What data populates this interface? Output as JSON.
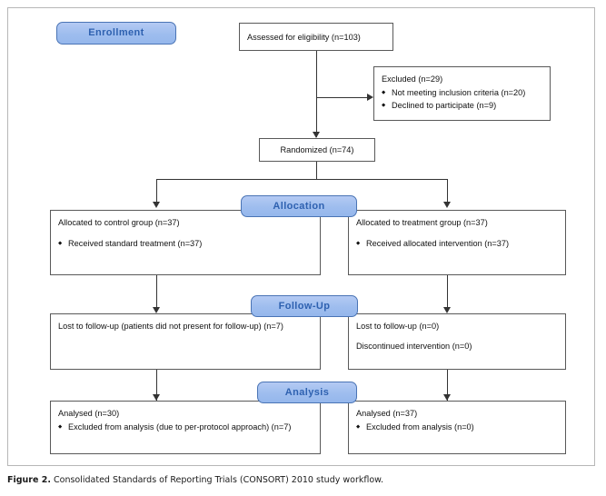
{
  "figure": {
    "caption_label": "Figure 2.",
    "caption_text": "Consolidated Standards of Reporting Trials (CONSORT) 2010 study workflow."
  },
  "colors": {
    "pill_fill": "#9ebdee",
    "pill_border": "#4a74b5",
    "pill_text": "#2e61b0",
    "node_border": "#595959",
    "connector": "#333333",
    "frame_border": "#b7b7b7"
  },
  "stages": [
    {
      "id": "enrollment",
      "label": "Enrollment"
    },
    {
      "id": "allocation",
      "label": "Allocation"
    },
    {
      "id": "followup",
      "label": "Follow-Up"
    },
    {
      "id": "analysis",
      "label": "Analysis"
    }
  ],
  "nodes": {
    "assessed": {
      "line1": "Assessed for eligibility (n=103)"
    },
    "excluded": {
      "line1": "Excluded  (n=29)",
      "bullets": [
        "Not meeting inclusion criteria (n=20)",
        "Declined to participate (n=9)"
      ]
    },
    "randomized": {
      "line1": "Randomized (n=74)"
    },
    "allocated_control": {
      "line1": "Allocated to control group (n=37)",
      "bullets": [
        "Received standard treatment (n=37)"
      ]
    },
    "allocated_treatment": {
      "line1": "Allocated to treatment group (n=37)",
      "bullets": [
        "Received allocated intervention (n=37)"
      ]
    },
    "followup_control": {
      "line1": "Lost to follow-up (patients did not present for follow-up) (n=7)"
    },
    "followup_treatment": {
      "line1": "Lost to follow-up (n=0)",
      "line2": "Discontinued intervention (n=0)"
    },
    "analysis_control": {
      "line1": "Analysed  (n=30)",
      "bullets": [
        "Excluded from analysis (due to per-protocol approach) (n=7)"
      ]
    },
    "analysis_treatment": {
      "line1": "Analysed  (n=37)",
      "bullets": [
        "Excluded from analysis (n=0)"
      ]
    }
  }
}
